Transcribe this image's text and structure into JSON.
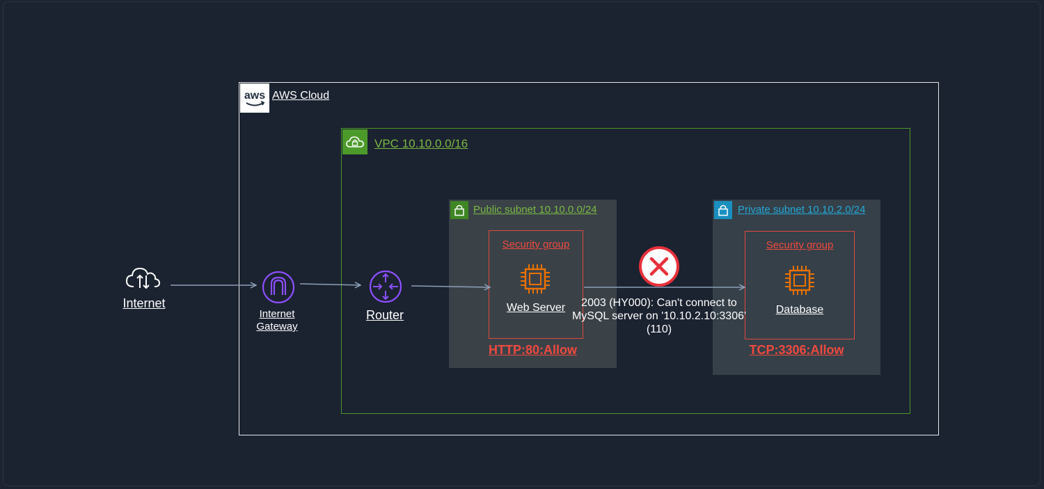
{
  "nodes": {
    "internet": {
      "label": "Internet"
    },
    "internet_gateway": {
      "label_line1": "Internet",
      "label_line2": "Gateway"
    },
    "router": {
      "label": "Router"
    },
    "web_server": {
      "label": "Web Server"
    },
    "database": {
      "label": "Database"
    }
  },
  "groups": {
    "aws_cloud": {
      "label": "AWS Cloud",
      "logo_text": "aws"
    },
    "vpc": {
      "label": "VPC 10.10.0.0/16"
    },
    "public_subnet": {
      "label": "Public subnet 10.10.0.0/24"
    },
    "private_subnet": {
      "label": "Private subnet 10.10.2.0/24"
    },
    "web_security_group": {
      "label": "Security group",
      "rule": "HTTP:80:Allow"
    },
    "db_security_group": {
      "label": "Security group",
      "rule": "TCP:3306:Allow"
    }
  },
  "error": {
    "line1": "2003 (HY000): Can't connect to",
    "line2": "MySQL server on '10.10.2.10:3306'",
    "line3": "(110)"
  },
  "colors": {
    "background": "#1b2230",
    "vpc_green": "#4c9a2a",
    "private_blue": "#1a8fbf",
    "security_red": "#e0493e",
    "compute_orange": "#ed7100",
    "network_purple": "#8c4fff",
    "error_red": "#e8303a"
  },
  "icons": {
    "internet": "cloud-arrows-icon",
    "internet_gateway": "internet-gateway-icon",
    "router": "router-icon",
    "ec2": "chip-icon",
    "error": "error-x-icon",
    "lock": "lock-icon"
  }
}
